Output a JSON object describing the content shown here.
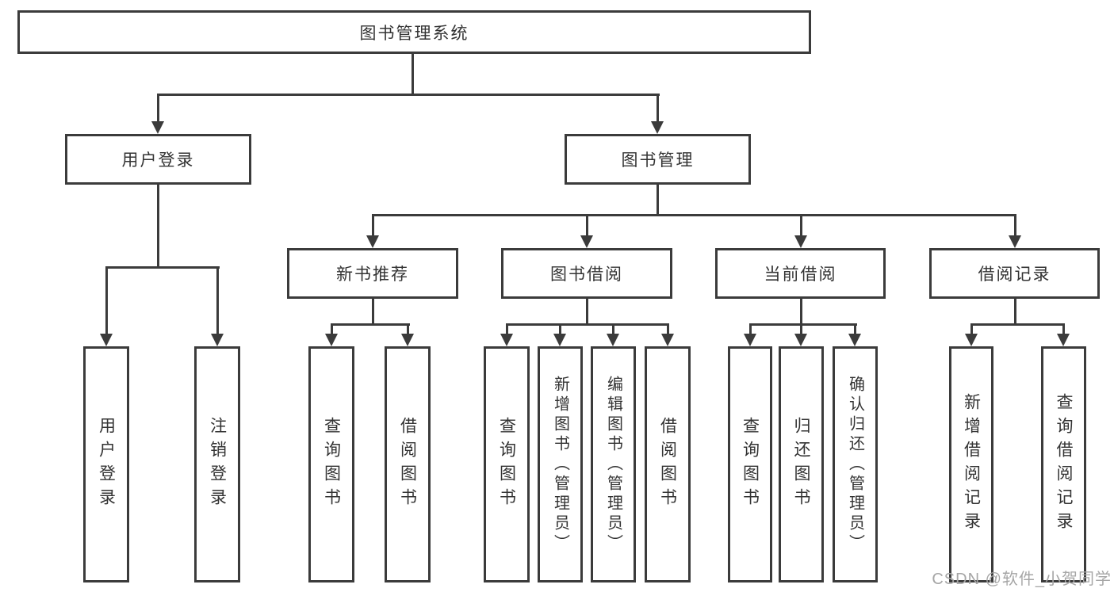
{
  "colors": {
    "line": "#3b3b3b",
    "text": "#333333",
    "watermark": "#a6a6a6",
    "background": "#ffffff"
  },
  "diagram": {
    "root": {
      "label": "图书管理系统",
      "children": [
        {
          "label": "用户登录",
          "children": [
            {
              "label": "用户登录"
            },
            {
              "label": "注销登录"
            }
          ]
        },
        {
          "label": "图书管理",
          "children": [
            {
              "label": "新书推荐",
              "children": [
                {
                  "label": "查询图书"
                },
                {
                  "label": "借阅图书"
                }
              ]
            },
            {
              "label": "图书借阅",
              "children": [
                {
                  "label": "查询图书"
                },
                {
                  "label": "新增图书（管理员）"
                },
                {
                  "label": "编辑图书（管理员）"
                },
                {
                  "label": "借阅图书"
                }
              ]
            },
            {
              "label": "当前借阅",
              "children": [
                {
                  "label": "查询图书"
                },
                {
                  "label": "归还图书"
                },
                {
                  "label": "确认归还（管理员）"
                }
              ]
            },
            {
              "label": "借阅记录",
              "children": [
                {
                  "label": "新增借阅记录"
                },
                {
                  "label": "查询借阅记录"
                }
              ]
            }
          ]
        }
      ]
    }
  },
  "watermark": {
    "text": "CSDN @软件_小贺同学"
  }
}
